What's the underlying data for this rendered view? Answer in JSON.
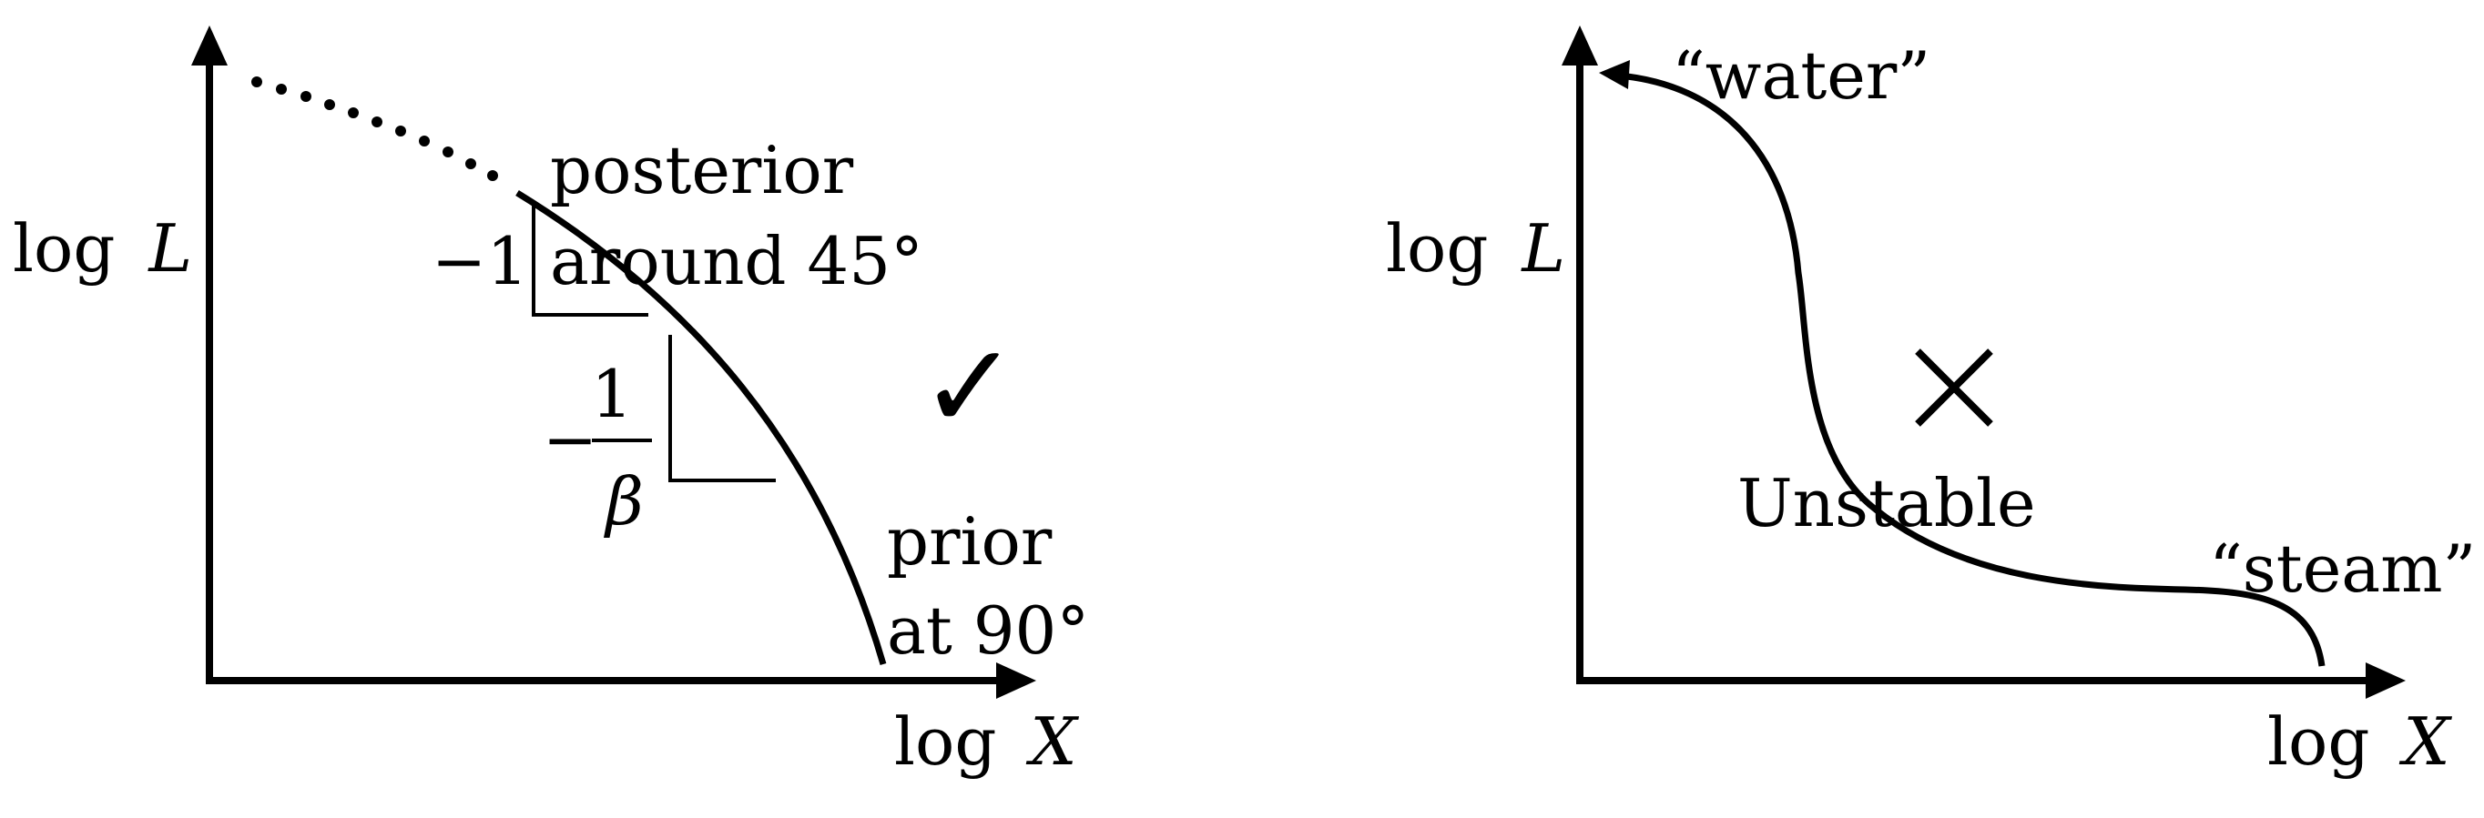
{
  "left_panel": {
    "ylabel_prefix": "log",
    "ylabel_var": "L",
    "xlabel_prefix": "log",
    "xlabel_var": "X",
    "posterior_line1": "posterior",
    "posterior_line2": "around 45°",
    "slope_minus_one": "−1",
    "slope_frac_sign": "−",
    "slope_frac_num": "1",
    "slope_frac_den": "β",
    "prior_line1": "prior",
    "prior_line2": "at 90°",
    "verdict_mark": "✓"
  },
  "right_panel": {
    "ylabel_prefix": "log",
    "ylabel_var": "L",
    "xlabel_prefix": "log",
    "xlabel_var": "X",
    "water_label": "“water”",
    "steam_label": "“steam”",
    "unstable_label": "Unstable",
    "verdict_mark": "✕"
  },
  "colors": {
    "ink": "#000000",
    "background": "#ffffff"
  }
}
